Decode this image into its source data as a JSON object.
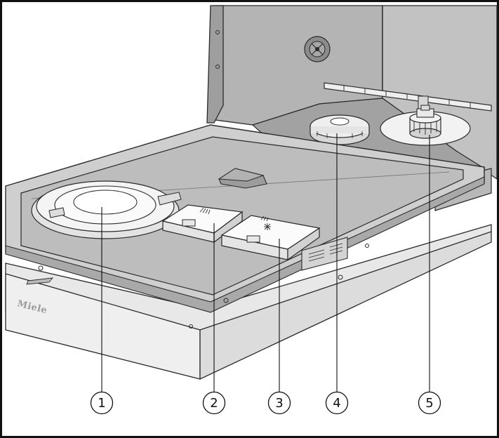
{
  "brand": "Miele",
  "callouts": [
    {
      "number": "1",
      "component": "rinse-aid-reservoir"
    },
    {
      "number": "2",
      "component": "detergent-compartment-main"
    },
    {
      "number": "3",
      "component": "detergent-compartment-prewash"
    },
    {
      "number": "4",
      "component": "salt-reservoir-cap"
    },
    {
      "number": "5",
      "component": "filter-combination"
    }
  ],
  "colors": {
    "frame": "#111111",
    "panel_light": "#d2d2d2",
    "panel_mid": "#bdbdbd",
    "panel_dark": "#9a9a9a",
    "interior": "#a8a8a8",
    "white_parts": "#f2f2f2",
    "outline": "#2a2a2a"
  }
}
